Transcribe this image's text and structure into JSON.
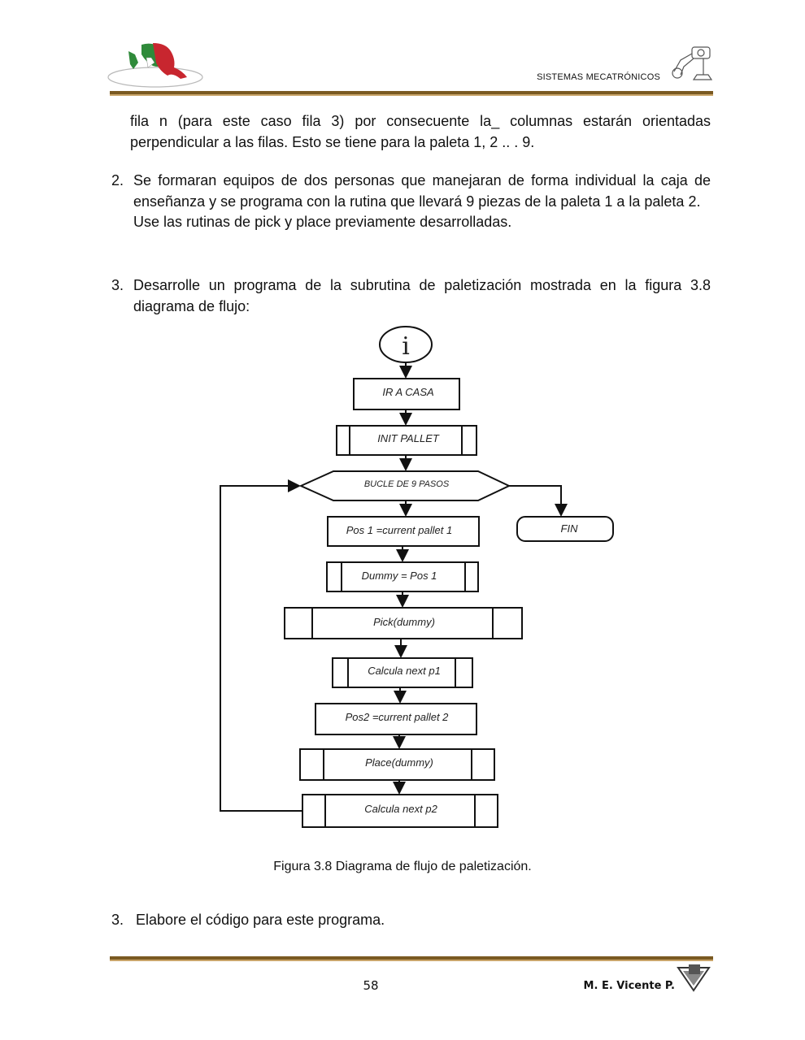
{
  "header": {
    "title": "SISTEMAS MECATRÓNICOS",
    "logo_icon": "mexico-map-logo-icon",
    "robot_icon": "robot-arm-icon",
    "colors": {
      "rule": "#7a5a22",
      "rule_light": "#c9a56a"
    }
  },
  "body": {
    "p1_line1": "fila n (para este caso fila 3) por consecuente la_ columnas estarán orientadas",
    "p1_line2": "perpendicular a las filas. Esto se tiene para la paleta 1, 2 .. . 9.",
    "item2_num": "2.",
    "item2_text": "Se formaran equipos de dos personas que manejaran de forma individual la caja de enseñanza y se programa con la rutina que llevará 9 piezas de la paleta 1 a la paleta 2.",
    "item2_text2": "Use las rutinas de pick y place previamente desarrolladas.",
    "item3_num": "3.",
    "item3_text": "Desarrolle un programa de la subrutina de paletización mostrada en la figura 3.8 diagrama de flujo:",
    "caption": "Figura 3.8 Diagrama de flujo de paletización.",
    "item4_num": "3.",
    "item4_text": "Elabore el código para este programa."
  },
  "flowchart": {
    "start": "i",
    "step1": "IR A CASA",
    "step2": "INIT PALLET",
    "loop": "BUCLE DE 9 PASOS",
    "end": "FIN",
    "step3": "Pos 1 =current pallet 1",
    "step4": "Dummy = Pos 1",
    "step5": "Pick(dummy)",
    "step6": "Calcula next p1",
    "step7": "Pos2 =current pallet 2",
    "step8": "Place(dummy)",
    "step9": "Calcula next p2"
  },
  "footer": {
    "page_number": "58",
    "author": "M. E. Vicente P.",
    "footer_icon": "triangle-emblem-icon"
  }
}
